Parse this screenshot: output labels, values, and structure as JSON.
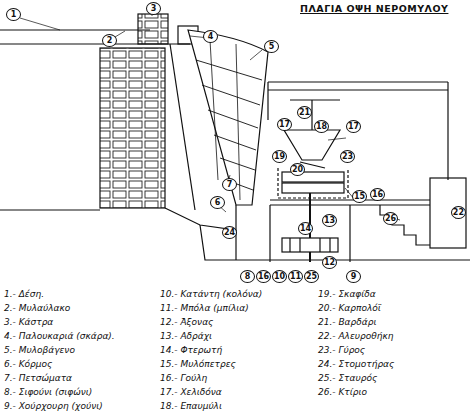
{
  "diagram": {
    "title": "ΠΛΑΓΙΑ ΟΨΗ ΝΕΡΟΜΥΛΟΥ",
    "labels": [
      "1.- Δέση.",
      "2.- Μυλαύλακο",
      "3.- Κάστρα",
      "4.- Παλουκαριά (σκάρα).",
      "5.- Μυλοβάγενο",
      "6.- Κόρμος",
      "7.- Πετσώματα",
      "8.- Σιφούνι (σιφώνι)",
      "9.- Χούρχουρη (χούνι)",
      "10.- Κατάντη (κολόνα)",
      "11.- Μπόλα (μπίλια)",
      "12.- Άξονας",
      "13.- Αδράχι",
      "14.- Φτερωτή",
      "15.- Μυλόπετρες",
      "16.- Γούλη",
      "17.- Χελιδόνα",
      "18.- Επαυμύλι",
      "19.- Σκαφίδα",
      "20.- Καρπολόϊ",
      "21.- Βαρδάρι",
      "22.- Αλευροθήκη",
      "23.- Γύρος",
      "24.- Στομοτήρας",
      "25.- Σταυρός",
      "26.- Κτίριο",
      "1",
      "2",
      "3",
      "4",
      "5",
      "6",
      "7",
      "17",
      "21",
      "18",
      "17",
      "19",
      "20",
      "23",
      "22",
      "15",
      "16",
      "26",
      "14",
      "13",
      "12",
      "24",
      "8",
      "16",
      "10",
      "11",
      "25",
      "9"
    ]
  }
}
